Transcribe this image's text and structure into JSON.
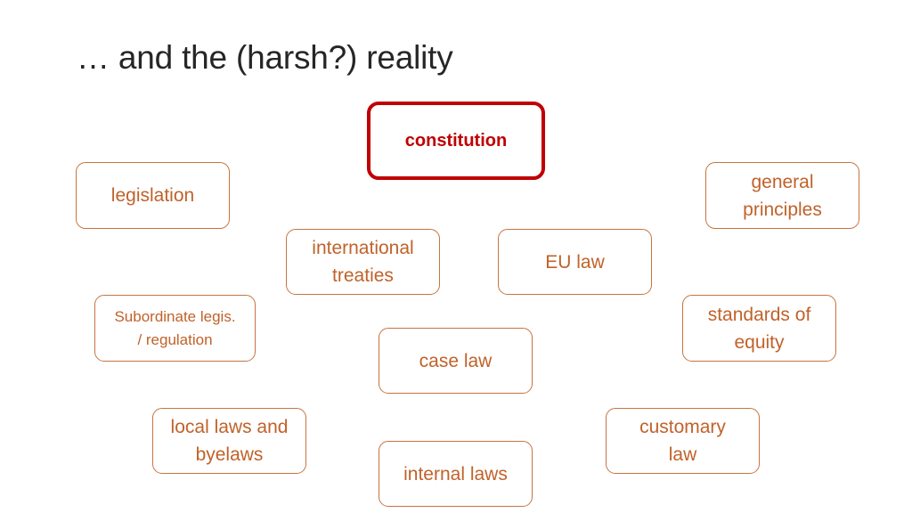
{
  "slide": {
    "title": "… and the (harsh?) reality"
  },
  "sources": {
    "constitution": "constitution",
    "legislation": "legislation",
    "general_principles": "general\nprinciples",
    "international_treaties": "international\ntreaties",
    "eu_law": "EU law",
    "subordinate_legislation": "Subordinate legis.\n/ regulation",
    "standards_of_equity": "standards of\nequity",
    "case_law": "case law",
    "local_laws": "local laws and\nbyelaws",
    "customary_law": "customary\nlaw",
    "internal_laws": "internal laws"
  },
  "colors": {
    "highlight_border": "#c00000",
    "box_border": "#c5743f",
    "box_text": "#c0622a",
    "title_text": "#262626"
  }
}
